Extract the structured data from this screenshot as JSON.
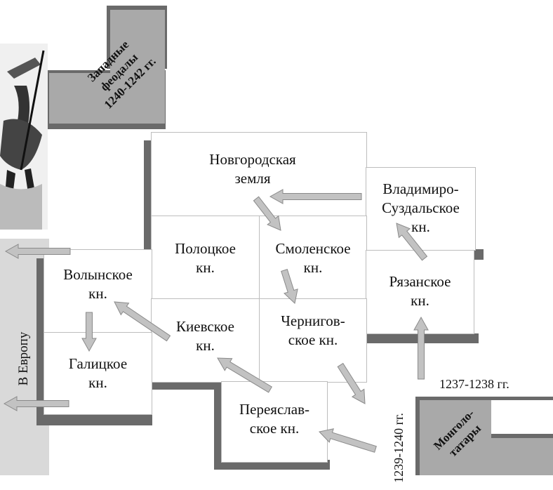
{
  "regions": {
    "novgorod": "Новгородская\nземля",
    "vladimir": "Владимиро-\nСуздальское\nкн.",
    "polotsk": "Полоцкое\nкн.",
    "smolensk": "Смоленское\nкн.",
    "ryazan": "Рязанское\nкн.",
    "volyn": "Волынское\nкн.",
    "kiev": "Киевское\nкн.",
    "chernigov": "Чернигов-\nское кн.",
    "galich": "Галицкое\nкн.",
    "pereyaslavl": "Переяслав-\nское кн."
  },
  "invaders": {
    "western": "Западные\nфеодалы\n1240-1242 гг.",
    "mongol": "Монголо-\nтатары"
  },
  "labels": {
    "to_europe": "В Европу",
    "date_1237": "1237-1238 гг.",
    "date_1240": "1239-1240 гг."
  },
  "icons": {
    "warrior": "knight-illustration"
  },
  "colors": {
    "arrow": "#c2c2c2",
    "arrow_stroke": "#8a8a8a",
    "shadow": "#6a6a6a",
    "panel": "#a9a9a9",
    "europe_strip": "#d9d9d9"
  }
}
